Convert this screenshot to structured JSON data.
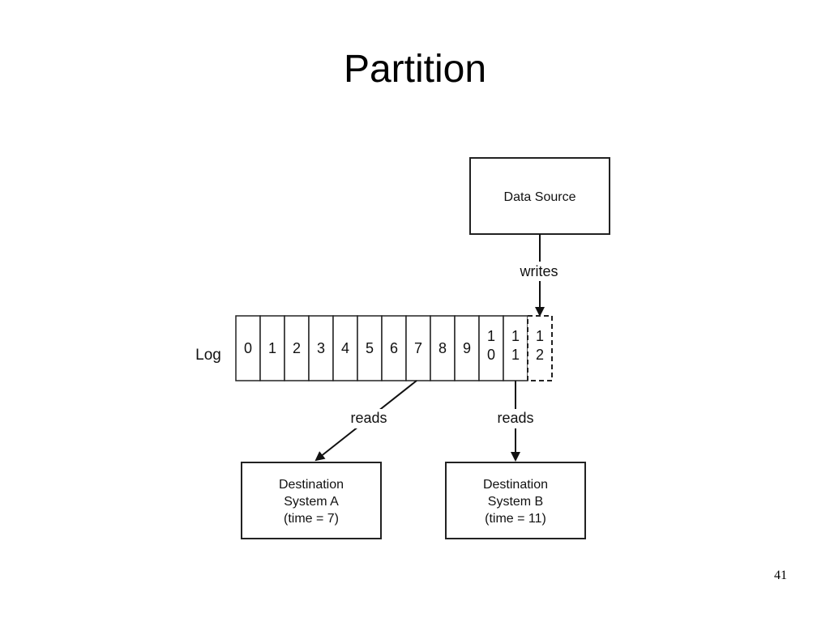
{
  "slide": {
    "title": "Partition",
    "page_number": "41"
  },
  "diagram": {
    "source_box": "Data Source",
    "writes_label": "writes",
    "log_label": "Log",
    "log_cells": [
      "0",
      "1",
      "2",
      "3",
      "4",
      "5",
      "6",
      "7",
      "8",
      "9",
      "1 0",
      "1 1",
      "1 2"
    ],
    "reads_label_a": "reads",
    "reads_label_b": "reads",
    "dest_a": [
      "Destination",
      "System A",
      "(time = 7)"
    ],
    "dest_b": [
      "Destination",
      "System B",
      "(time = 11)"
    ]
  }
}
